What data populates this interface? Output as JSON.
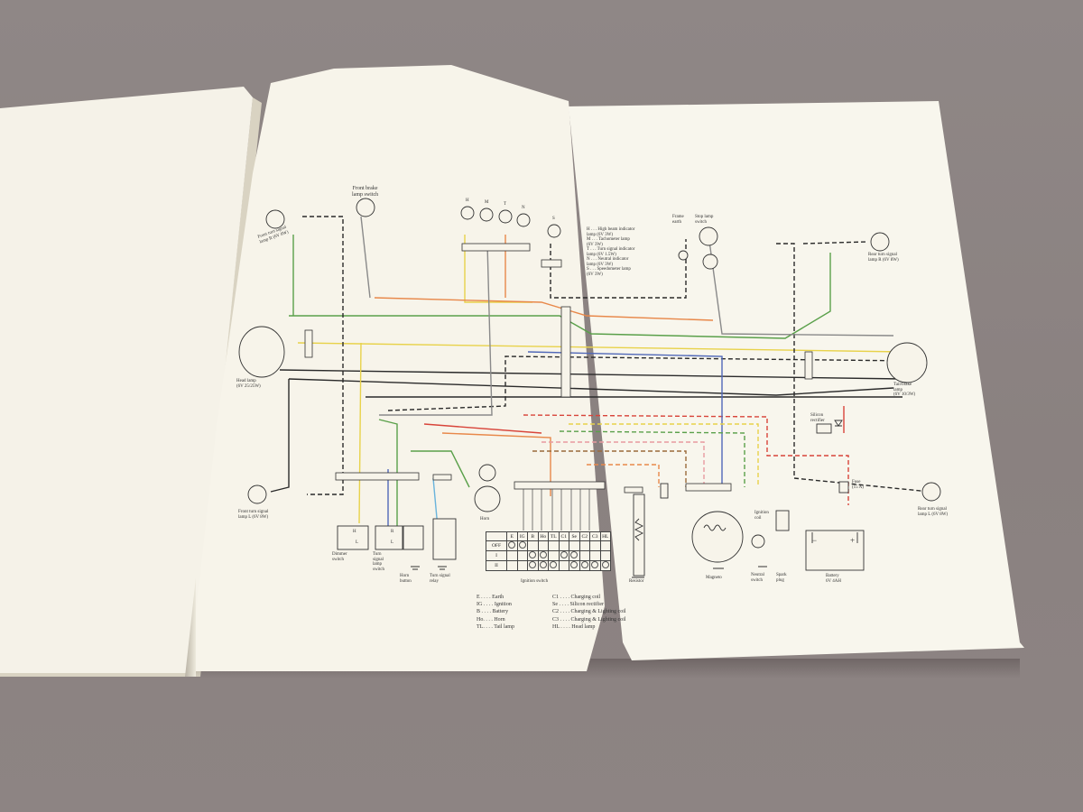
{
  "components": {
    "front_brake_switch": "Front brake\nlamp switch",
    "front_turn_r": "Front turn signal\nlamp R (6V 8W)",
    "front_turn_l": "Front turn signal\nlamp L (6V 8W)",
    "head_lamp": "Head lamp\n(6V 25/25W)",
    "dimmer_switch": "Dimmer\nswitch",
    "turn_switch": "Turn\nsignal\nlamp\nswitch",
    "horn_button": "Horn\nbutton",
    "turn_relay": "Turn signal\nrelay",
    "horn": "Horn",
    "ignition_switch": "Ignition switch",
    "resistor": "Resistor",
    "magneto": "Magneto",
    "neutral_switch": "Neutral\nswitch",
    "spark_plug": "Spark\nplug",
    "ignition_coil": "Ignition\ncoil",
    "battery": "Battery\n6V 4AH",
    "fuse": "Fuse\n(15 A)",
    "silicon_rectifier": "Silicon\nrectifier",
    "frame_earth": "Frame\nearth",
    "stop_switch": "Stop lamp\nswitch",
    "rear_turn_r": "Rear turn signal\nlamp R (6V 8W)",
    "rear_turn_l": "Rear turn signal\nlamp L (6V 8W)",
    "tail_lamp": "Tail/brake\nlamp\n(6V 10/3W)"
  },
  "indicators": {
    "letters": [
      "H",
      "M",
      "T",
      "N",
      "S"
    ],
    "H": "H . . . High beam indicator\n      lamp (6V 3W)",
    "M": "M . . . Tachometer lamp\n      (6V 3W)",
    "T": "T . . . Turn signal indicator\n      lamp (6V 1.5W)",
    "N": "N . . . Neutral indicator\n      lamp (6V 3W)",
    "S": "S . . . Speedometer lamp\n      (6V 3W)"
  },
  "switch_labels": {
    "dimmer": [
      "H",
      "L"
    ],
    "turn": [
      "R",
      "L"
    ]
  },
  "ignition_table": {
    "headers": [
      "E",
      "IG",
      "B",
      "Ho",
      "TL",
      "C1",
      "Se",
      "C2",
      "C3",
      "HL"
    ],
    "rows": [
      "OFF",
      "I",
      "II"
    ]
  },
  "legend": [
    [
      "E . . . . Earth",
      "C1 . . . . Charging coil"
    ],
    [
      "IG . . . . Ignition",
      "Se . . . . Silicon rectifier"
    ],
    [
      "B . . . . Battery",
      "C2 . . . . Charging & Lighting coil"
    ],
    [
      "Ho. . . . Horn",
      "C3 . . . . Charging & Lighting coil"
    ],
    [
      "TL. . . . Tail lamp",
      "HL . . . . Head lamp"
    ]
  ],
  "battery_terminals": [
    "−",
    "+"
  ],
  "wire_colors": {
    "black": "#2a2a2a",
    "yellow": "#e8d24a",
    "green": "#5aa04a",
    "orange": "#e8884a",
    "red": "#d8443a",
    "blue": "#5068b8",
    "lightblue": "#6ab4dc",
    "gray": "#8a8a8a",
    "brown": "#9a6a3a",
    "pink": "#e89aa0"
  }
}
